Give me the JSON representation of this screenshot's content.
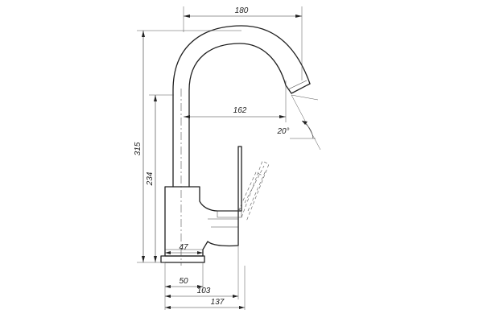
{
  "dimensions": {
    "width_top": "180",
    "spout_reach": "162",
    "spout_angle": "20°",
    "total_height": "315",
    "spout_height": "234",
    "base_diameter": "47",
    "body_width": "50",
    "base_to_lever": "103",
    "total_depth": "137"
  }
}
